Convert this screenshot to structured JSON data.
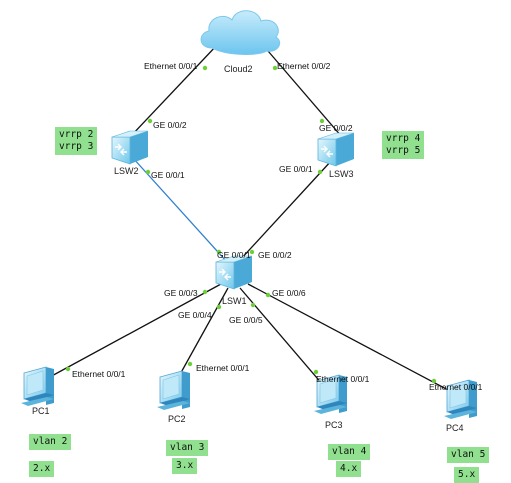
{
  "devices": {
    "cloud": "Cloud2",
    "lsw2": "LSW2",
    "lsw3": "LSW3",
    "lsw1": "LSW1",
    "pc1": "PC1",
    "pc2": "PC2",
    "pc3": "PC3",
    "pc4": "PC4"
  },
  "ports": {
    "cloud_left": "Ethernet 0/0/1",
    "cloud_right": "Ethernet 0/0/2",
    "lsw2_up": "GE 0/0/2",
    "lsw2_down": "GE 0/0/1",
    "lsw3_up": "GE 0/0/2",
    "lsw3_down": "GE 0/0/1",
    "lsw1_g1": "GE 0/0/1",
    "lsw1_g2": "GE 0/0/2",
    "lsw1_g3": "GE 0/0/3",
    "lsw1_g4": "GE 0/0/4",
    "lsw1_g5": "GE 0/0/5",
    "lsw1_g6": "GE 0/0/6",
    "pc1_eth": "Ethernet 0/0/1",
    "pc2_eth": "Ethernet 0/0/1",
    "pc3_eth": "Ethernet 0/0/1",
    "pc4_eth": "Ethernet 0/0/1"
  },
  "notes": {
    "lsw2_vrrp": "vrrp 2\nvrrp 3",
    "lsw3_vrrp": "vrrp 4\nvrrp 5",
    "pc1_vlan": "vlan 2",
    "pc1_net": "2.x",
    "pc2_vlan": "vlan 3",
    "pc2_net": "3.x",
    "pc3_vlan": "vlan 4",
    "pc3_net": "4.x",
    "pc4_vlan": "vlan 5",
    "pc4_net": "5.x"
  },
  "colors": {
    "link": "#111111",
    "highlight_link": "#2f7fd0",
    "port_dot": "#6ccf3a",
    "note_bg": "#90e08f",
    "cloud": "#8fd3f5",
    "switch": "#8fd6f0"
  }
}
